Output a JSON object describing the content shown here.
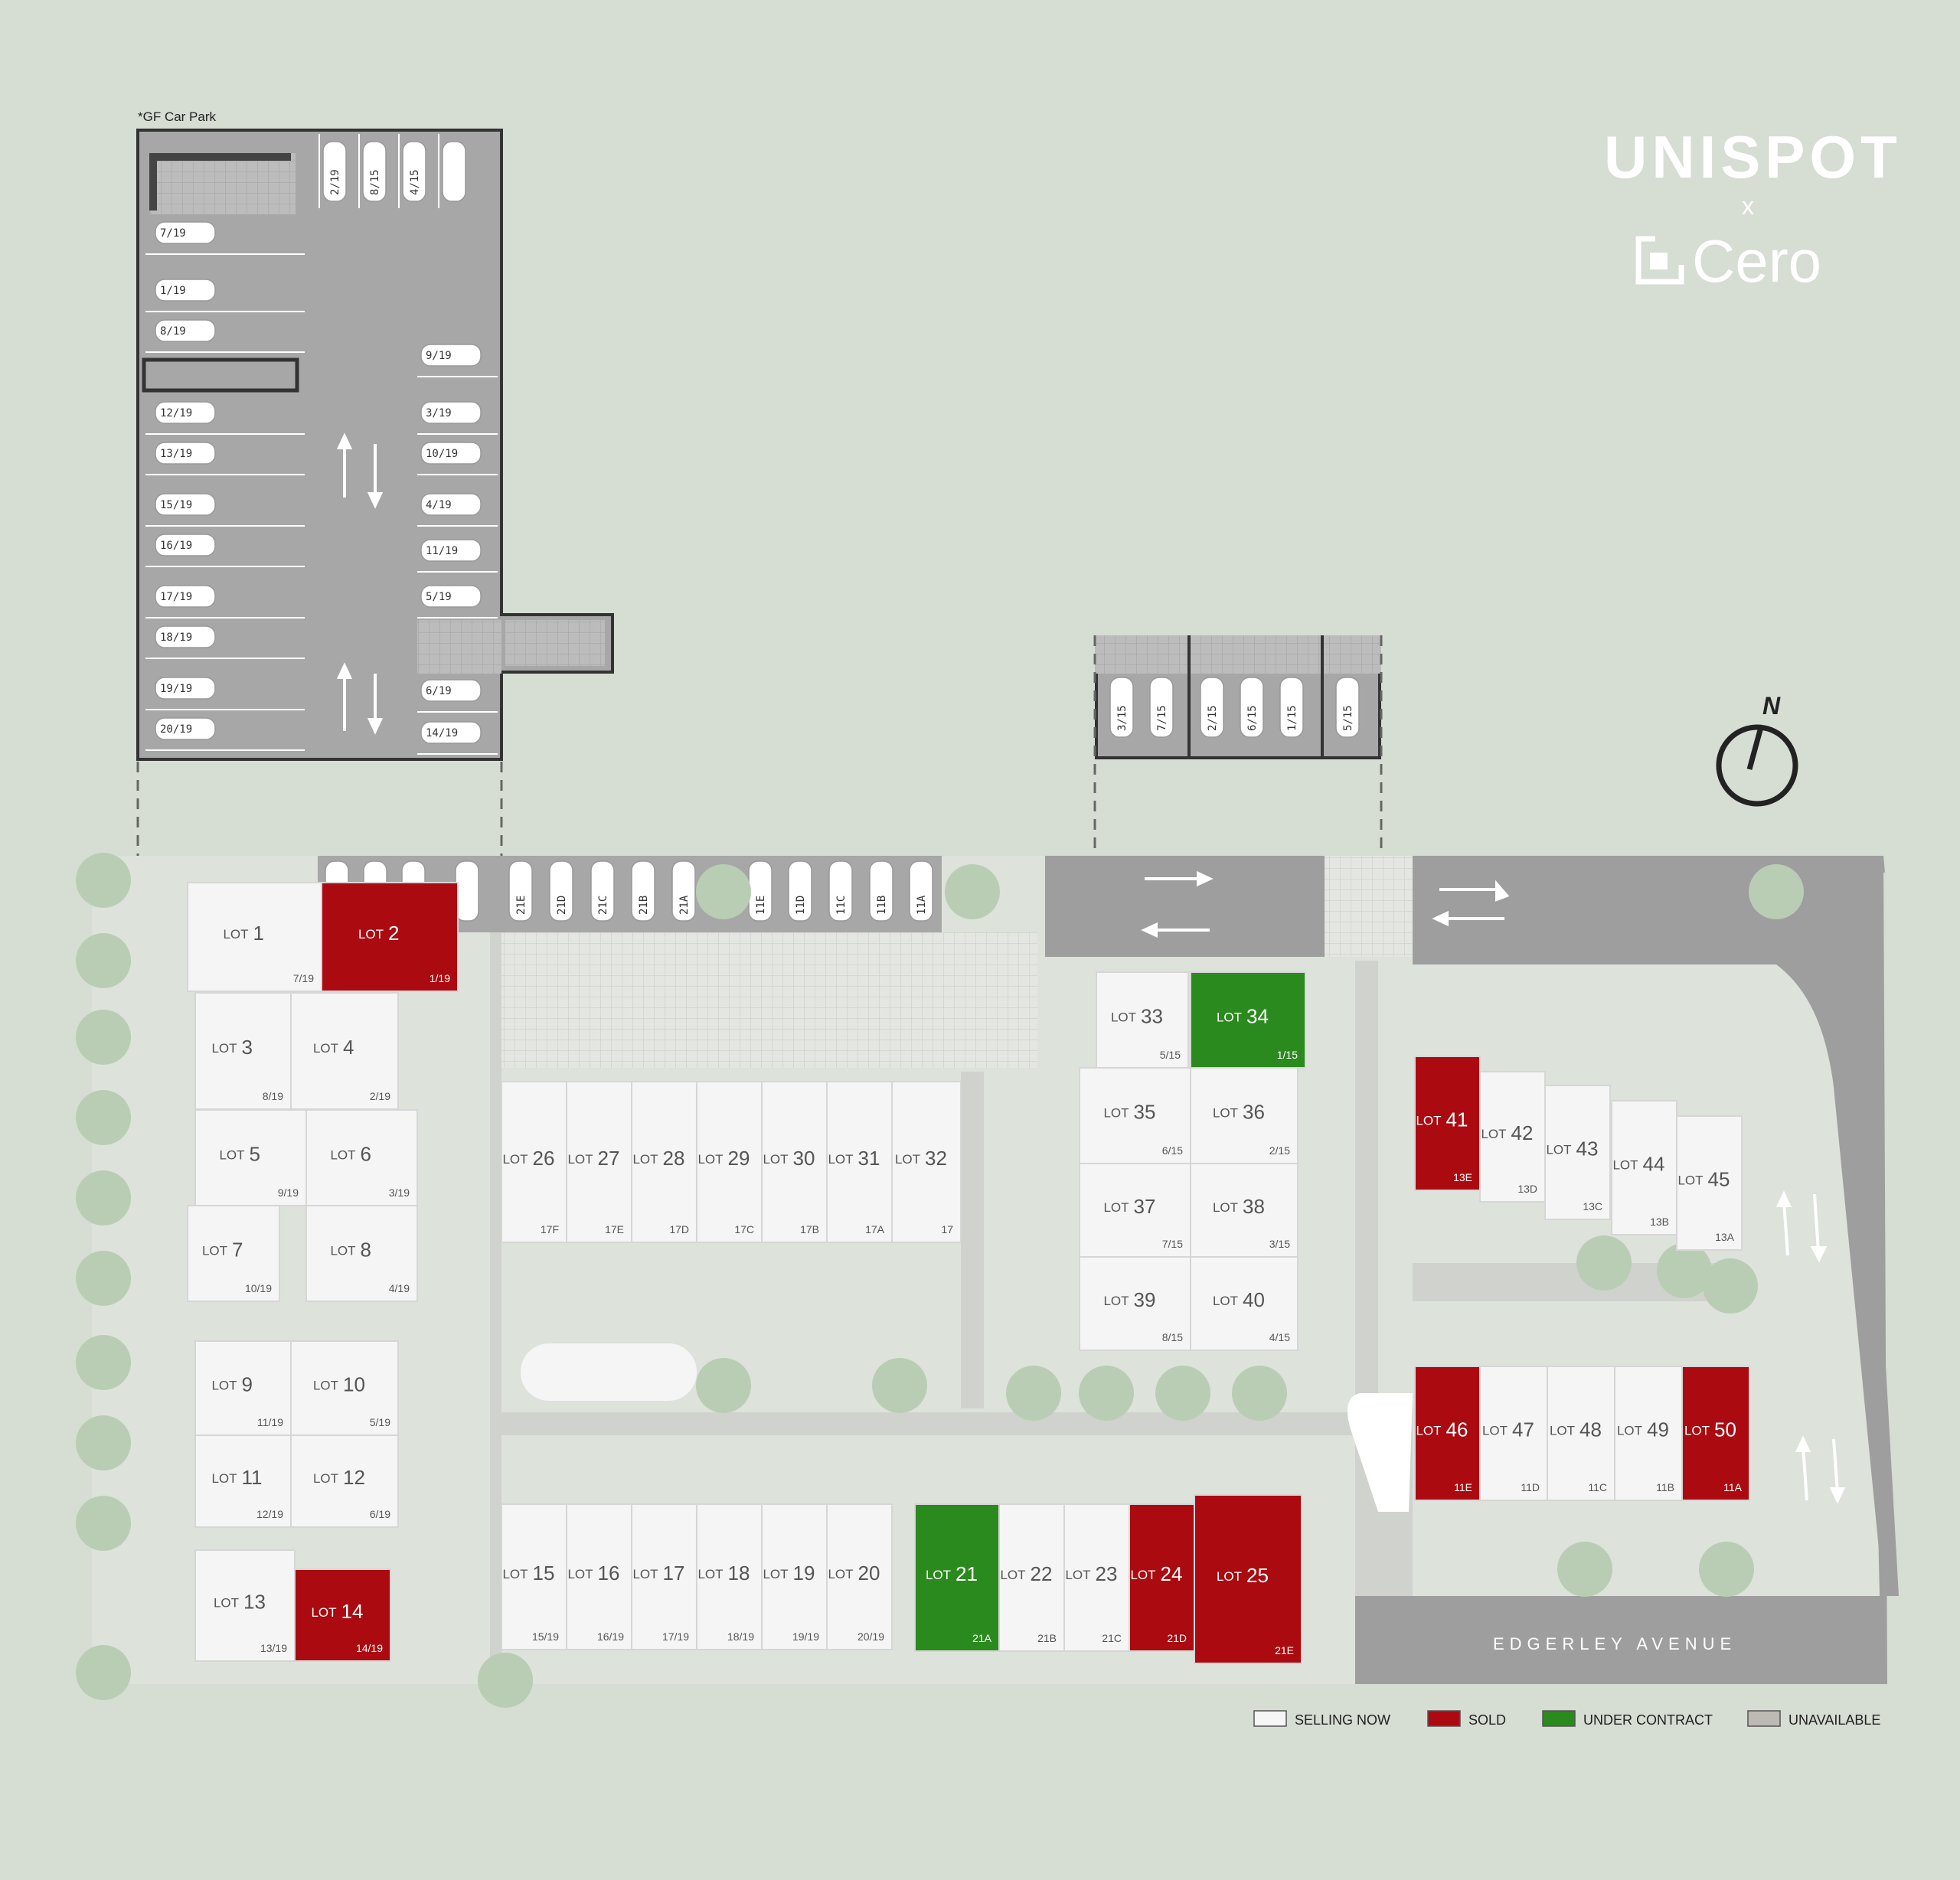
{
  "brand": {
    "primary": "UNISPOT",
    "separator": "x",
    "secondary": "Cero"
  },
  "car_park_label": "*GF Car Park",
  "compass_label": "N",
  "street_name": "EDGERLEY AVENUE",
  "colors": {
    "background": "#d6ddd3",
    "selling_now": "#f5f5f5",
    "sold": "#aa0a10",
    "under_contract": "#2b8a1d",
    "unavailable": "#bdb9b4",
    "carpark": "#a7a7a7"
  },
  "legend": [
    {
      "label": "SELLING NOW",
      "status": "selling_now"
    },
    {
      "label": "SOLD",
      "status": "sold"
    },
    {
      "label": "UNDER CONTRACT",
      "status": "under_contract"
    },
    {
      "label": "UNAVAILABLE",
      "status": "unavailable"
    }
  ],
  "lots": [
    {
      "num": "1",
      "bay": "7/19",
      "status": "selling_now"
    },
    {
      "num": "2",
      "bay": "1/19",
      "status": "sold"
    },
    {
      "num": "3",
      "bay": "8/19",
      "status": "selling_now"
    },
    {
      "num": "4",
      "bay": "2/19",
      "status": "selling_now"
    },
    {
      "num": "5",
      "bay": "9/19",
      "status": "selling_now"
    },
    {
      "num": "6",
      "bay": "3/19",
      "status": "selling_now"
    },
    {
      "num": "7",
      "bay": "10/19",
      "status": "selling_now"
    },
    {
      "num": "8",
      "bay": "4/19",
      "status": "selling_now"
    },
    {
      "num": "9",
      "bay": "11/19",
      "status": "selling_now"
    },
    {
      "num": "10",
      "bay": "5/19",
      "status": "selling_now"
    },
    {
      "num": "11",
      "bay": "12/19",
      "status": "selling_now"
    },
    {
      "num": "12",
      "bay": "6/19",
      "status": "selling_now"
    },
    {
      "num": "13",
      "bay": "13/19",
      "status": "selling_now"
    },
    {
      "num": "14",
      "bay": "14/19",
      "status": "sold"
    },
    {
      "num": "15",
      "bay": "15/19",
      "status": "selling_now"
    },
    {
      "num": "16",
      "bay": "16/19",
      "status": "selling_now"
    },
    {
      "num": "17",
      "bay": "17/19",
      "status": "selling_now"
    },
    {
      "num": "18",
      "bay": "18/19",
      "status": "selling_now"
    },
    {
      "num": "19",
      "bay": "19/19",
      "status": "selling_now"
    },
    {
      "num": "20",
      "bay": "20/19",
      "status": "selling_now"
    },
    {
      "num": "21",
      "bay": "21A",
      "status": "under_contract"
    },
    {
      "num": "22",
      "bay": "21B",
      "status": "selling_now"
    },
    {
      "num": "23",
      "bay": "21C",
      "status": "selling_now"
    },
    {
      "num": "24",
      "bay": "21D",
      "status": "sold"
    },
    {
      "num": "25",
      "bay": "21E",
      "status": "sold"
    },
    {
      "num": "26",
      "bay": "17F",
      "status": "selling_now"
    },
    {
      "num": "27",
      "bay": "17E",
      "status": "selling_now"
    },
    {
      "num": "28",
      "bay": "17D",
      "status": "selling_now"
    },
    {
      "num": "29",
      "bay": "17C",
      "status": "selling_now"
    },
    {
      "num": "30",
      "bay": "17B",
      "status": "selling_now"
    },
    {
      "num": "31",
      "bay": "17A",
      "status": "selling_now"
    },
    {
      "num": "32",
      "bay": "17",
      "status": "selling_now"
    },
    {
      "num": "33",
      "bay": "5/15",
      "status": "selling_now"
    },
    {
      "num": "34",
      "bay": "1/15",
      "status": "under_contract"
    },
    {
      "num": "35",
      "bay": "6/15",
      "status": "selling_now"
    },
    {
      "num": "36",
      "bay": "2/15",
      "status": "selling_now"
    },
    {
      "num": "37",
      "bay": "7/15",
      "status": "selling_now"
    },
    {
      "num": "38",
      "bay": "3/15",
      "status": "selling_now"
    },
    {
      "num": "39",
      "bay": "8/15",
      "status": "selling_now"
    },
    {
      "num": "40",
      "bay": "4/15",
      "status": "selling_now"
    },
    {
      "num": "41",
      "bay": "13E",
      "status": "sold"
    },
    {
      "num": "42",
      "bay": "13D",
      "status": "selling_now"
    },
    {
      "num": "43",
      "bay": "13C",
      "status": "selling_now"
    },
    {
      "num": "44",
      "bay": "13B",
      "status": "selling_now"
    },
    {
      "num": "45",
      "bay": "13A",
      "status": "selling_now"
    },
    {
      "num": "46",
      "bay": "11E",
      "status": "sold"
    },
    {
      "num": "47",
      "bay": "11D",
      "status": "selling_now"
    },
    {
      "num": "48",
      "bay": "11C",
      "status": "selling_now"
    },
    {
      "num": "49",
      "bay": "11B",
      "status": "selling_now"
    },
    {
      "num": "50",
      "bay": "11A",
      "status": "sold"
    }
  ],
  "lot_prefix": "LOT",
  "gf_carpark_spaces": {
    "top": [
      "2/19",
      "8/15",
      "4/15",
      ""
    ],
    "left": [
      "7/19",
      "1/19",
      "8/19",
      "12/19",
      "13/19",
      "15/19",
      "16/19",
      "17/19",
      "18/19",
      "19/19",
      "20/19"
    ],
    "right": [
      "9/19",
      "3/19",
      "10/19",
      "4/19",
      "11/19",
      "5/19",
      "6/19",
      "14/19"
    ]
  },
  "east_carpark_spaces": [
    "3/15",
    "7/15",
    "2/15",
    "6/15",
    "1/15",
    "5/15"
  ],
  "north_row_spaces": [
    "",
    "",
    "",
    "",
    "21E",
    "21D",
    "21C",
    "21B",
    "21A",
    "11E",
    "11D",
    "11C",
    "11B",
    "11A"
  ]
}
